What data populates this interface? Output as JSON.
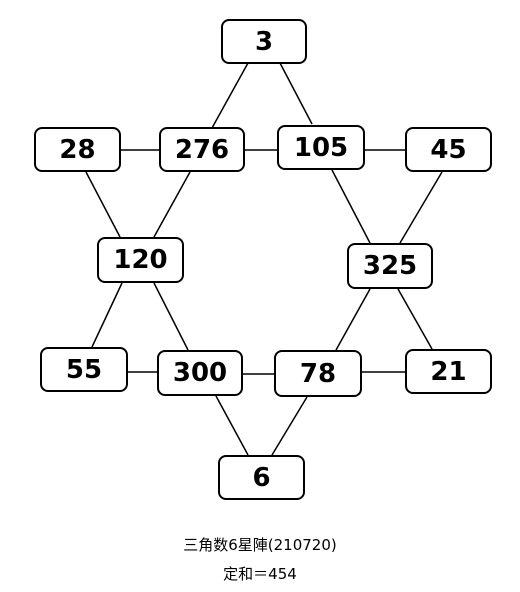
{
  "nodes": {
    "top": "3",
    "upper_left_outer": "28",
    "upper_left_inner": "276",
    "upper_right_inner": "105",
    "upper_right_outer": "45",
    "mid_left": "120",
    "mid_right": "325",
    "lower_left_outer": "55",
    "lower_left_inner": "300",
    "lower_right_inner": "78",
    "lower_right_outer": "21",
    "bottom": "6"
  },
  "caption": {
    "title": "三角数6星陣(210720)",
    "sum": "定和＝454"
  }
}
